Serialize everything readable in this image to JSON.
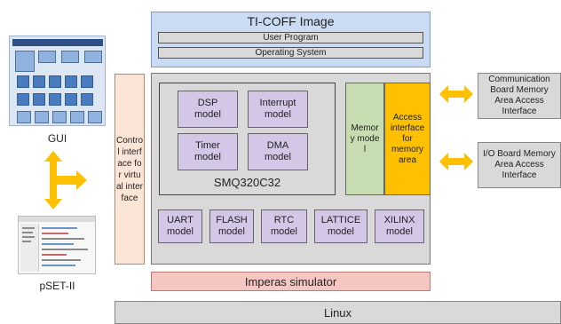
{
  "ticoff": {
    "title": "TI-COFF Image",
    "user_program": "User Program",
    "operating_system": "Operating System"
  },
  "core": {
    "dsp": "DSP model",
    "interrupt": "Interrupt model",
    "timer": "Timer model",
    "dma": "DMA model",
    "label": "SMQ320C32"
  },
  "memory": "Memory model",
  "access_interface": "Access interface for memory area",
  "peripherals": {
    "uart": "UART model",
    "flash": "FLASH model",
    "rtc": "RTC model",
    "lattice": "LATTICE model",
    "xilinx": "XILINX model"
  },
  "control_interface": "Control interface for virtual interface",
  "imperas": "Imperas simulator",
  "linux": "Linux",
  "comm_board": "Communication Board Memory Area Access Interface",
  "io_board": "I/O Board Memory Area Access Interface",
  "gui_label": "GUI",
  "pset_label": "pSET-II",
  "colors": {
    "arrow": "#ffc000",
    "purple": "#d3c6e6",
    "memory_green": "#c5ddb0",
    "access_orange": "#ffc000",
    "ticoff_blue": "#c9dcf3",
    "imperas_pink": "#f4c7c3",
    "control_peach": "#fbe5d6"
  }
}
